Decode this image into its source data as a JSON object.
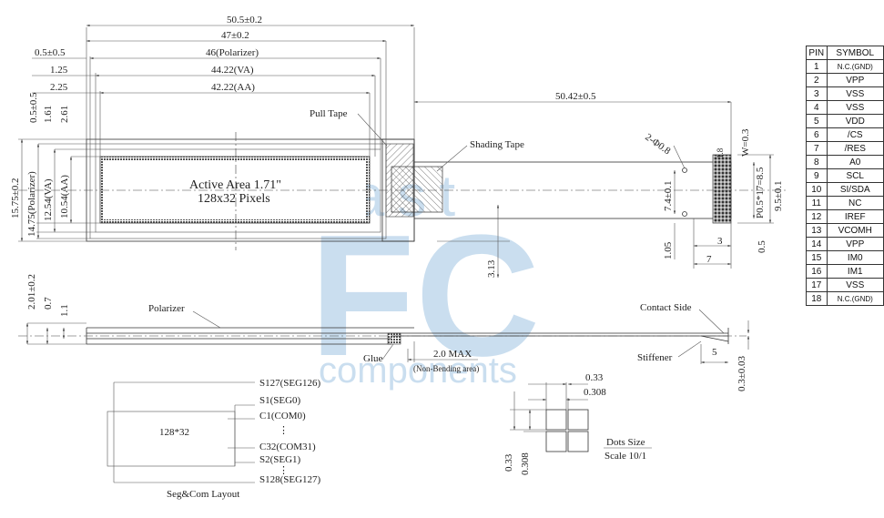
{
  "watermark": {
    "fc": "FC",
    "fast": "fast",
    "components": "components"
  },
  "top_dims": {
    "d50_5": "50.5±0.2",
    "d47": "47±0.2",
    "d05": "0.5±0.5",
    "d46": "46(Polarizer)",
    "d125": "1.25",
    "d4422": "44.22(VA)",
    "d225": "2.25",
    "d4222": "42.22(AA)",
    "d5042": "50.42±0.5"
  },
  "left_dims": {
    "v05": "0.5±0.5",
    "v161": "1.61",
    "v261": "2.61",
    "v1575": "15.75±0.2",
    "v1475": "14.75(Polarizer)",
    "v1254": "12.54(VA)",
    "v1054": "10.54(AA)"
  },
  "active_area": {
    "line1": "Active Area 1.71\"",
    "line2": "128x32 Pixels"
  },
  "labels": {
    "pull_tape": "Pull Tape",
    "shading_tape": "Shading Tape",
    "hole": "2-Φ0.8",
    "w03": "W=0.3",
    "d18": "1.8",
    "pitch": "P0.5*17=8.5",
    "d95": "9.5±0.1",
    "d74": "7.4±0.1",
    "d105": "1.05",
    "d3": "3",
    "d05b": "0.5",
    "d7": "7",
    "d313": "3.13"
  },
  "side_view": {
    "d201": "2.01±0.2",
    "d07": "0.7",
    "d11": "1.1",
    "polarizer": "Polarizer",
    "contact_side": "Contact Side",
    "glue": "Glue",
    "max": "2.0 MAX",
    "non_bending": "(Non-Bending area)",
    "stiffener": "Stiffener",
    "d5": "5",
    "d03": "0.3±0.03"
  },
  "seg_com": {
    "s127": "S127(SEG126)",
    "s1": "S1(SEG0)",
    "c1": "C1(COM0)",
    "dots1": "⋮",
    "mid": "128*32",
    "c32": "C32(COM31)",
    "s2": "S2(SEG1)",
    "dots2": "⋮",
    "s128": "S128(SEG127)",
    "title": "Seg&Com Layout"
  },
  "dots": {
    "w033": "0.33",
    "w0308": "0.308",
    "h033": "0.33",
    "h0308": "0.308",
    "title": "Dots Size",
    "scale": "Scale 10/1"
  },
  "pin_table": {
    "headers": [
      "PIN",
      "SYMBOL"
    ],
    "rows": [
      [
        "1",
        "N.C.(GND)"
      ],
      [
        "2",
        "VPP"
      ],
      [
        "3",
        "VSS"
      ],
      [
        "4",
        "VSS"
      ],
      [
        "5",
        "VDD"
      ],
      [
        "6",
        "/CS"
      ],
      [
        "7",
        "/RES"
      ],
      [
        "8",
        "A0"
      ],
      [
        "9",
        "SCL"
      ],
      [
        "10",
        "SI/SDA"
      ],
      [
        "11",
        "NC"
      ],
      [
        "12",
        "IREF"
      ],
      [
        "13",
        "VCOMH"
      ],
      [
        "14",
        "VPP"
      ],
      [
        "15",
        "IM0"
      ],
      [
        "16",
        "IM1"
      ],
      [
        "17",
        "VSS"
      ],
      [
        "18",
        "N.C.(GND)"
      ]
    ]
  }
}
